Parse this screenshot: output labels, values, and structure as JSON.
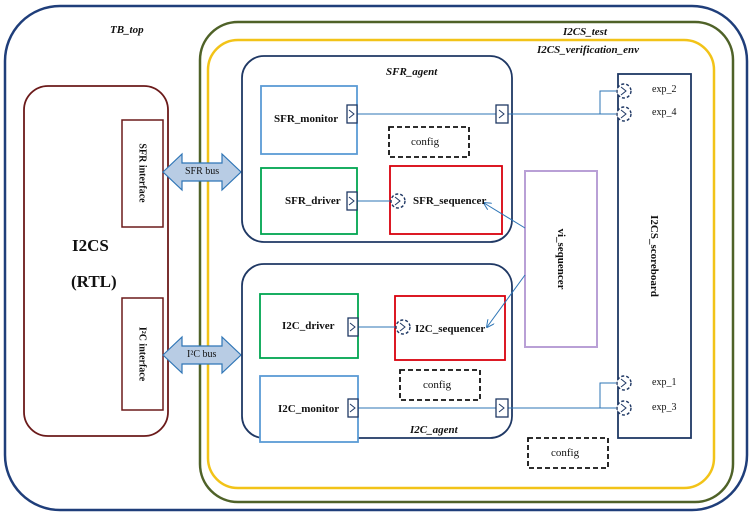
{
  "tb_top": "TB_top",
  "test": "I2CS_test",
  "env": "I2CS_verification_env",
  "dut": {
    "line1": "I2CS",
    "line2": "(RTL)"
  },
  "sfr_interface": "SFR interface",
  "i2c_interface": "I²C interface",
  "sfr_bus": "SFR bus",
  "i2c_bus": "I²C bus",
  "sfr_agent": {
    "title": "SFR_agent",
    "monitor": "SFR_monitor",
    "driver": "SFR_driver",
    "sequencer": "SFR_sequencer",
    "config": "config"
  },
  "i2c_agent": {
    "title": "I2C_agent",
    "driver": "I2C_driver",
    "sequencer": "I2C_sequencer",
    "monitor": "I2C_monitor",
    "config": "config"
  },
  "v_sequencer": "vi_sequencer",
  "scoreboard": {
    "label": "I2CS_scoreboard",
    "exports": [
      "exp_2",
      "exp_4",
      "exp_1",
      "exp_3"
    ]
  },
  "env_config": "config",
  "colors": {
    "tb_top": "#1f3e7a",
    "test": "#4f6228",
    "env": "#f2c318",
    "agent": "#1f3864",
    "dut": "#6b1a1a",
    "monitor": "#5b9bd5",
    "driver": "#00a651",
    "sequencer": "#d9000d",
    "v_sequencer": "#b9a0d6",
    "bus": "#b8cce4",
    "link": "#2e75b6"
  }
}
